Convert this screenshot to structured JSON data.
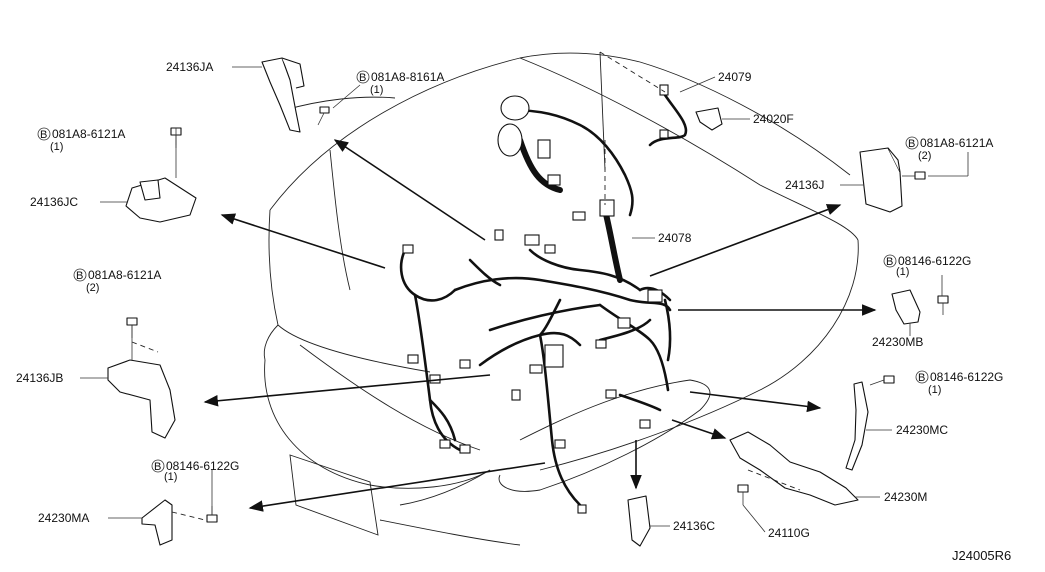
{
  "diagram": {
    "ref_code": "J24005R6",
    "parts": [
      {
        "id": "24136JA",
        "label": "24136JA"
      },
      {
        "id": "24136JC",
        "label": "24136JC"
      },
      {
        "id": "24136JB",
        "label": "24136JB"
      },
      {
        "id": "24230MA",
        "label": "24230MA"
      },
      {
        "id": "24079",
        "label": "24079"
      },
      {
        "id": "24020F",
        "label": "24020F"
      },
      {
        "id": "24078",
        "label": "24078"
      },
      {
        "id": "24136J",
        "label": "24136J"
      },
      {
        "id": "24230MB",
        "label": "24230MB"
      },
      {
        "id": "24230MC",
        "label": "24230MC"
      },
      {
        "id": "24230M",
        "label": "24230M"
      },
      {
        "id": "24110G",
        "label": "24110G"
      },
      {
        "id": "24136C",
        "label": "24136C"
      }
    ],
    "bolts": [
      {
        "prefix": "B",
        "code": "081A8-8161A",
        "qty": "(1)"
      },
      {
        "prefix": "B",
        "code": "081A8-6121A",
        "qty": "(1)"
      },
      {
        "prefix": "B",
        "code": "081A8-6121A",
        "qty": "(2)"
      },
      {
        "prefix": "B",
        "code": "08146-6122G",
        "qty": "(1)"
      },
      {
        "prefix": "B",
        "code": "081A8-6121A",
        "qty": "(2)"
      },
      {
        "prefix": "B",
        "code": "08146-6122G",
        "qty": "(1)"
      },
      {
        "prefix": "B",
        "code": "08146-6122G",
        "qty": "(1)"
      }
    ]
  }
}
